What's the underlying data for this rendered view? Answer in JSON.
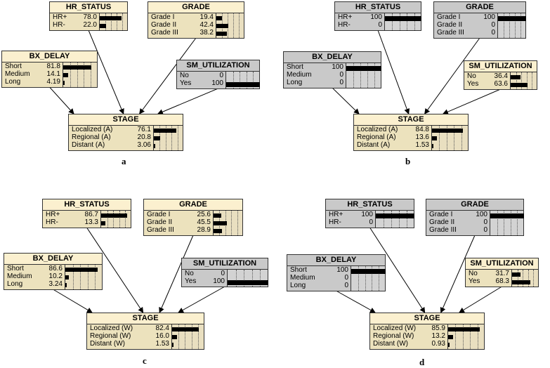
{
  "panels": [
    {
      "label": "a",
      "nodes": {
        "hr": {
          "title": "HR_STATUS",
          "observed": false,
          "states": [
            {
              "name": "HR+",
              "value": "78.0",
              "p": 78.0
            },
            {
              "name": "HR-",
              "value": "22.0",
              "p": 22.0
            }
          ]
        },
        "grade": {
          "title": "GRADE",
          "observed": false,
          "states": [
            {
              "name": "Grade I",
              "value": "19.4",
              "p": 19.4
            },
            {
              "name": "Grade II",
              "value": "42.4",
              "p": 42.4
            },
            {
              "name": "Grade III",
              "value": "38.2",
              "p": 38.2
            }
          ]
        },
        "bx": {
          "title": "BX_DELAY",
          "observed": false,
          "states": [
            {
              "name": "Short",
              "value": "81.8",
              "p": 81.8
            },
            {
              "name": "Medium",
              "value": "14.1",
              "p": 14.1
            },
            {
              "name": "Long",
              "value": "4.19",
              "p": 4.19
            }
          ]
        },
        "sm": {
          "title": "SM_UTILIZATION",
          "observed": true,
          "states": [
            {
              "name": "No",
              "value": "0",
              "p": 0
            },
            {
              "name": "Yes",
              "value": "100",
              "p": 100
            }
          ]
        },
        "stage": {
          "title": "STAGE",
          "observed": false,
          "states": [
            {
              "name": "Localized (A)",
              "value": "76.1",
              "p": 76.1
            },
            {
              "name": "Regional (A)",
              "value": "20.8",
              "p": 20.8
            },
            {
              "name": "Distant (A)",
              "value": "3.06",
              "p": 3.06
            }
          ]
        }
      }
    },
    {
      "label": "b",
      "nodes": {
        "hr": {
          "title": "HR_STATUS",
          "observed": true,
          "states": [
            {
              "name": "HR+",
              "value": "100",
              "p": 100
            },
            {
              "name": "HR-",
              "value": "0",
              "p": 0
            }
          ]
        },
        "grade": {
          "title": "GRADE",
          "observed": true,
          "states": [
            {
              "name": "Grade I",
              "value": "100",
              "p": 100
            },
            {
              "name": "Grade II",
              "value": "0",
              "p": 0
            },
            {
              "name": "Grade III",
              "value": "0",
              "p": 0
            }
          ]
        },
        "bx": {
          "title": "BX_DELAY",
          "observed": true,
          "states": [
            {
              "name": "Short",
              "value": "100",
              "p": 100
            },
            {
              "name": "Medium",
              "value": "0",
              "p": 0
            },
            {
              "name": "Long",
              "value": "0",
              "p": 0
            }
          ]
        },
        "sm": {
          "title": "SM_UTILIZATION",
          "observed": false,
          "states": [
            {
              "name": "No",
              "value": "36.4",
              "p": 36.4
            },
            {
              "name": "Yes",
              "value": "63.6",
              "p": 63.6
            }
          ]
        },
        "stage": {
          "title": "STAGE",
          "observed": false,
          "states": [
            {
              "name": "Localized (A)",
              "value": "84.8",
              "p": 84.8
            },
            {
              "name": "Regional (A)",
              "value": "13.6",
              "p": 13.6
            },
            {
              "name": "Distant (A)",
              "value": "1.53",
              "p": 1.53
            }
          ]
        }
      }
    },
    {
      "label": "c",
      "nodes": {
        "hr": {
          "title": "HR_STATUS",
          "observed": false,
          "states": [
            {
              "name": "HR+",
              "value": "86.7",
              "p": 86.7
            },
            {
              "name": "HR-",
              "value": "13.3",
              "p": 13.3
            }
          ]
        },
        "grade": {
          "title": "GRADE",
          "observed": false,
          "states": [
            {
              "name": "Grade I",
              "value": "25.6",
              "p": 25.6
            },
            {
              "name": "Grade II",
              "value": "45.5",
              "p": 45.5
            },
            {
              "name": "Grade III",
              "value": "28.9",
              "p": 28.9
            }
          ]
        },
        "bx": {
          "title": "BX_DELAY",
          "observed": false,
          "states": [
            {
              "name": "Short",
              "value": "86.6",
              "p": 86.6
            },
            {
              "name": "Medium",
              "value": "10.2",
              "p": 10.2
            },
            {
              "name": "Long",
              "value": "3.24",
              "p": 3.24
            }
          ]
        },
        "sm": {
          "title": "SM_UTILIZATION",
          "observed": true,
          "states": [
            {
              "name": "No",
              "value": "0",
              "p": 0
            },
            {
              "name": "Yes",
              "value": "100",
              "p": 100
            }
          ]
        },
        "stage": {
          "title": "STAGE",
          "observed": false,
          "states": [
            {
              "name": "Localized (W)",
              "value": "82.4",
              "p": 82.4
            },
            {
              "name": "Regional (W)",
              "value": "16.0",
              "p": 16.0
            },
            {
              "name": "Distant (W)",
              "value": "1.53",
              "p": 1.53
            }
          ]
        }
      }
    },
    {
      "label": "d",
      "nodes": {
        "hr": {
          "title": "HR_STATUS",
          "observed": true,
          "states": [
            {
              "name": "HR+",
              "value": "100",
              "p": 100
            },
            {
              "name": "HR-",
              "value": "0",
              "p": 0
            }
          ]
        },
        "grade": {
          "title": "GRADE",
          "observed": true,
          "states": [
            {
              "name": "Grade I",
              "value": "100",
              "p": 100
            },
            {
              "name": "Grade II",
              "value": "0",
              "p": 0
            },
            {
              "name": "Grade III",
              "value": "0",
              "p": 0
            }
          ]
        },
        "bx": {
          "title": "BX_DELAY",
          "observed": true,
          "states": [
            {
              "name": "Short",
              "value": "100",
              "p": 100
            },
            {
              "name": "Medium",
              "value": "0",
              "p": 0
            },
            {
              "name": "Long",
              "value": "0",
              "p": 0
            }
          ]
        },
        "sm": {
          "title": "SM_UTILIZATION",
          "observed": false,
          "states": [
            {
              "name": "No",
              "value": "31.7",
              "p": 31.7
            },
            {
              "name": "Yes",
              "value": "68.3",
              "p": 68.3
            }
          ]
        },
        "stage": {
          "title": "STAGE",
          "observed": false,
          "states": [
            {
              "name": "Localized (W)",
              "value": "85.9",
              "p": 85.9
            },
            {
              "name": "Regional (W)",
              "value": "13.2",
              "p": 13.2
            },
            {
              "name": "Distant (W)",
              "value": "0.93",
              "p": 0.93
            }
          ]
        }
      }
    }
  ],
  "colors": {
    "observed_node": "#c9c9c9",
    "normal_node": "#ece2bd",
    "normal_title": "#fbf0cf",
    "bar": "#000000"
  }
}
